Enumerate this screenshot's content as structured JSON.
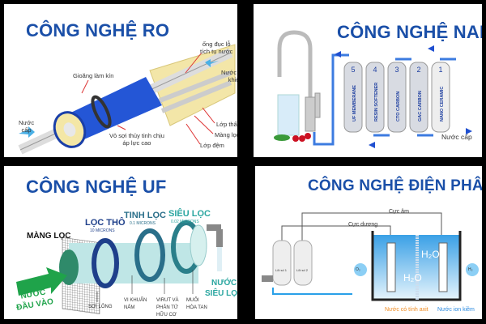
{
  "panels": {
    "ro": {
      "title": "CÔNG NGHỆ RO",
      "labels": {
        "tube": "ống đục lỗ",
        "tube2": "tích tụ nước",
        "seal": "Gioăng làm kín",
        "pure": "Nước tinh",
        "pure2": "khiết",
        "feed": "Nước",
        "feed2": "cấp",
        "shell": "Vỏ sợi thủy tinh chịu",
        "shell2": "áp lực cao",
        "permeate": "Lớp thẩm thấu",
        "membrane": "Màng lọc",
        "spacer": "Lớp đệm"
      }
    },
    "nano": {
      "title": "CÔNG NGHỆ NANO",
      "filters": [
        {
          "num": "5",
          "name": "UF MEMBERANE"
        },
        {
          "num": "4",
          "name": "RESIN SOFTENER"
        },
        {
          "num": "3",
          "name": "CTO CARBON"
        },
        {
          "num": "2",
          "name": "GAC CARBON"
        },
        {
          "num": "1",
          "name": "NANO CERAMIC"
        }
      ],
      "inlet": "Nước cấp"
    },
    "uf": {
      "title": "CÔNG NGHỆ UF",
      "mesh": "MÀNG LỌC",
      "coarse": "LỌC THÔ",
      "coarse_sub": "10 MICRONS",
      "fine": "TINH LỌC",
      "fine_sub": "0.1 MICRONS",
      "ultra": "SIÊU LỌC",
      "ultra_sub": "0.02 MICRONS",
      "inlet": "NƯỚC",
      "inlet2": "ĐẦU VÀO",
      "outlet": "NƯỚC",
      "outlet2": "SIÊU LỌC",
      "c1": "SỢI LÔNG",
      "c2": "VI KHUẨN",
      "c2b": "NẤM",
      "c3": "VIRUT VÀ",
      "c3b": "PHÂN TỬ",
      "c3c": "HỮU CƠ",
      "c4": "MUỐI",
      "c4b": "HÒA TAN"
    },
    "dp": {
      "title": "CÔNG NGHỆ ĐIỆN PHÂN",
      "cathode": "Cực âm",
      "anode": "Cực dương",
      "core1": "Lõi số 1",
      "core2": "Lõi số 2",
      "acid": "Nước có tính axit",
      "alkaline": "Nước ion kiềm",
      "o2": "O₂",
      "h2": "H₂",
      "h2o": "H₂O"
    }
  },
  "colors": {
    "title": "#1a4fa8",
    "ro_blue": "#2456d6",
    "uf_green": "#1fa34a",
    "uf_teal": "#2aa6a0",
    "acid": "#f08a1e",
    "alkaline": "#2a8ae0"
  }
}
